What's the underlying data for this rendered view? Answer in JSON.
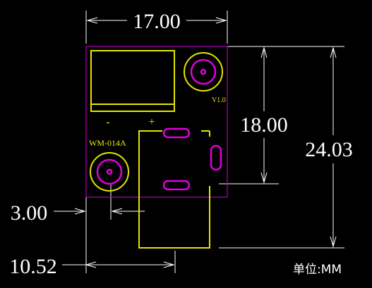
{
  "dimensions": {
    "width_top": "17.00",
    "height_inner": "18.00",
    "height_total": "24.03",
    "offset_left": "3.00",
    "offset_bottom": "10.52"
  },
  "pcb": {
    "model_label": "WM-014A",
    "version_label": "V1.0",
    "minus_label": "-",
    "plus_label": "+"
  },
  "unit_label": "单位:MM",
  "colors": {
    "background": "#000000",
    "dimension_lines": "#ffffff",
    "board_outline": "#b000b0",
    "silkscreen": "#e6e600",
    "pads": "#e000e0"
  }
}
